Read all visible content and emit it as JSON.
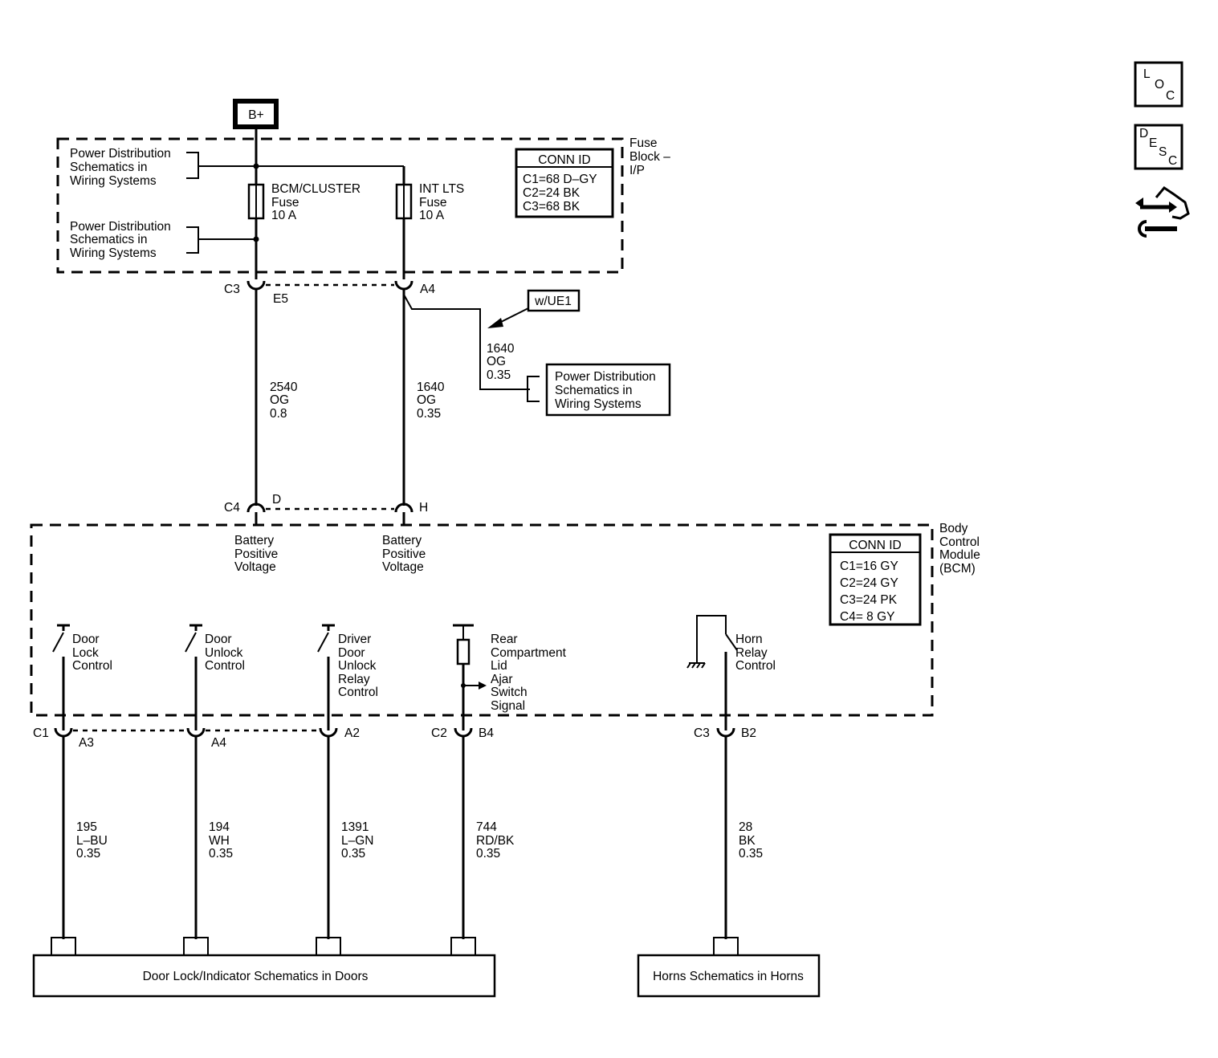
{
  "b_plus": "B+",
  "fuse_block": {
    "title": [
      "Fuse",
      "Block –",
      "I/P"
    ],
    "conn_id": {
      "header": "CONN ID",
      "rows": [
        "C1=68 D–GY",
        "C2=24 BK",
        "C3=68 BK"
      ]
    },
    "ref1": [
      "Power Distribution",
      "Schematics in",
      "Wiring Systems"
    ],
    "ref2": [
      "Power Distribution",
      "Schematics in",
      "Wiring Systems"
    ],
    "fuse_bcm": [
      "BCM/CLUSTER",
      "Fuse",
      "10 A"
    ],
    "fuse_int": [
      "INT LTS",
      "Fuse",
      "10 A"
    ]
  },
  "fb_connectors": {
    "left_conn": "C3",
    "left_pin": "E5",
    "right_pin": "A4"
  },
  "option_tag": "w/UE1",
  "branch_wire": [
    "1640",
    "OG",
    "0.35"
  ],
  "branch_ref": [
    "Power Distribution",
    "Schematics in",
    "Wiring Systems"
  ],
  "wire_2540": [
    "2540",
    "OG",
    "0.8"
  ],
  "wire_1640": [
    "1640",
    "OG",
    "0.35"
  ],
  "bcm_top": {
    "conn": "C4",
    "pin_d": "D",
    "pin_h": "H"
  },
  "bcm": {
    "title": [
      "Body",
      "Control",
      "Module",
      "(BCM)"
    ],
    "conn_id": {
      "header": "CONN ID",
      "rows": [
        "C1=16 GY",
        "C2=24 GY",
        "C3=24 PK",
        "C4=  8 GY"
      ]
    },
    "bat1": [
      "Battery",
      "Positive",
      "Voltage"
    ],
    "bat2": [
      "Battery",
      "Positive",
      "Voltage"
    ],
    "door_lock": [
      "Door",
      "Lock",
      "Control"
    ],
    "door_unlock": [
      "Door",
      "Unlock",
      "Control"
    ],
    "driver_unlock": [
      "Driver",
      "Door",
      "Unlock",
      "Relay",
      "Control"
    ],
    "rear_lid": [
      "Rear",
      "Compartment",
      "Lid",
      "Ajar",
      "Switch",
      "Signal"
    ],
    "horn": [
      "Horn",
      "Relay",
      "Control"
    ]
  },
  "bcm_bottom": {
    "c1": "C1",
    "a3": "A3",
    "a4": "A4",
    "a2": "A2",
    "c2": "C2",
    "b4": "B4",
    "c3": "C3",
    "b2": "B2"
  },
  "wires_bottom": {
    "w195": [
      "195",
      "L–BU",
      "0.35"
    ],
    "w194": [
      "194",
      "WH",
      "0.35"
    ],
    "w1391": [
      "1391",
      "L–GN",
      "0.35"
    ],
    "w744": [
      "744",
      "RD/BK",
      "0.35"
    ],
    "w28": [
      "28",
      "BK",
      "0.35"
    ]
  },
  "doors_ref": "Door Lock/Indicator Schematics in Doors",
  "horns_ref": "Horns Schematics in Horns",
  "nav": {
    "loc": [
      "L",
      "O",
      "C"
    ],
    "desc": [
      "D",
      "E",
      "S",
      "C"
    ]
  }
}
